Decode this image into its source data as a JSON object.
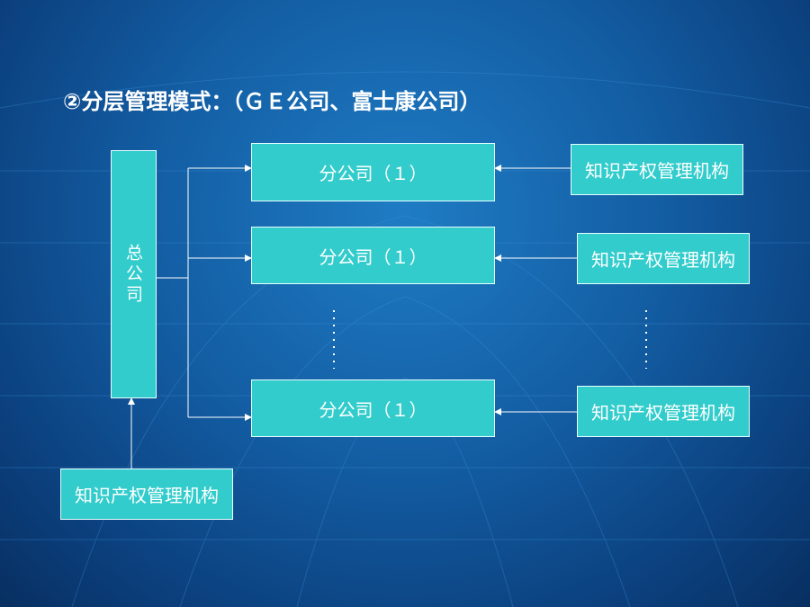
{
  "title": "②分层管理模式：（ＧＥ公司、富士康公司）",
  "headquarters": {
    "label": "总公司"
  },
  "branches": [
    {
      "label": "分公司（１）"
    },
    {
      "label": "分公司（１）"
    },
    {
      "label": "分公司（１）"
    }
  ],
  "ip_offices": [
    {
      "label": "知识产权管理机构"
    },
    {
      "label": "知识产权管理机构"
    },
    {
      "label": "知识产权管理机构"
    }
  ],
  "hq_ip_office": {
    "label": "知识产权管理机构"
  },
  "colors": {
    "box_fill": "#33cccc",
    "background": "#135da3",
    "text": "#ffffff",
    "connector": "#ffffff"
  }
}
